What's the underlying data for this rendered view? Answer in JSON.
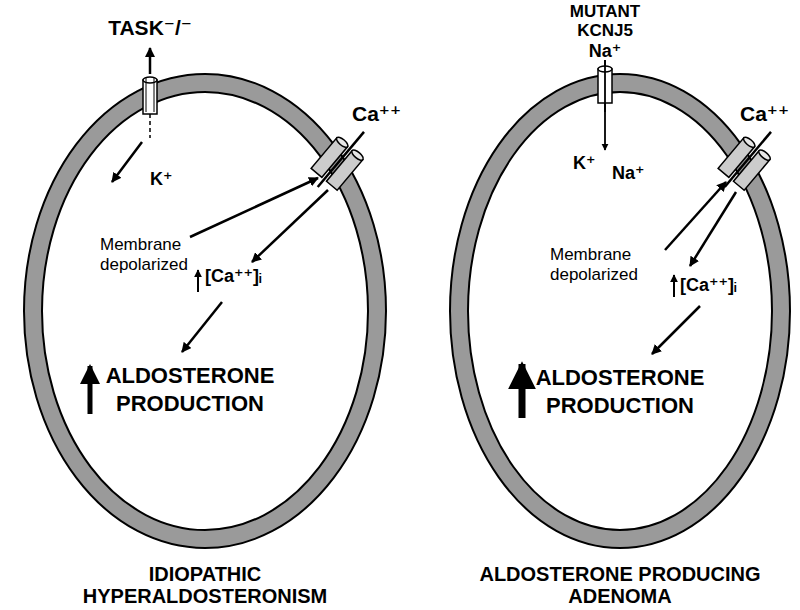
{
  "diagram": {
    "nodes": [
      {
        "text": [
          "K⁺",
          "Membrane depolarized",
          "[Ca⁺⁺]ᵢ",
          "ALDOSTERONE PRODUCTION"
        ]
      },
      {
        "text": [
          "K⁺",
          "Na⁺",
          "Membrane depolarized",
          "[Ca⁺⁺]ᵢ",
          "ALDOSTERONE PRODUCTION"
        ]
      }
    ],
    "labels": [
      "TASK⁻/⁻",
      "Ca⁺⁺",
      "MUTANT KCNJ5",
      "Na⁺",
      "Ca⁺⁺",
      "IDIOPATHIC HYPERALDOSTERONISM",
      "ALDOSTERONE PRODUCING ADENOMA"
    ]
  }
}
